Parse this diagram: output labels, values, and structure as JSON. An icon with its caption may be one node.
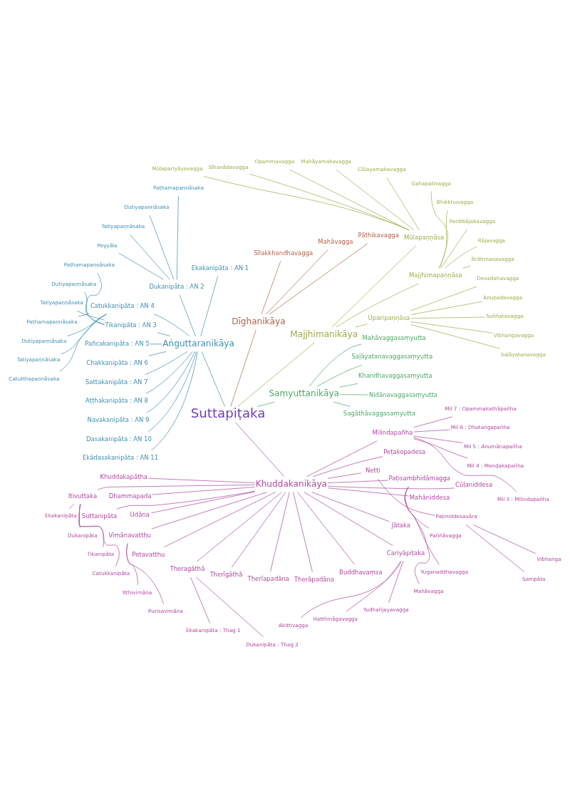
{
  "diagram": {
    "nodes": [
      {
        "text": [
          "Suttapiṭaka"
        ]
      },
      {
        "text": [
          "Saṃyuttanikāya"
        ]
      },
      {
        "text": [
          "Sagāthāvaggasaṃyutta"
        ]
      },
      {
        "text": [
          "Nidānavaggasaṃyutta"
        ]
      },
      {
        "text": [
          "Khandhavaggasaṃyutta"
        ]
      },
      {
        "text": [
          "Saḷāyatanavaggasaṃyutta"
        ]
      },
      {
        "text": [
          "Mahāvaggasaṃyutta"
        ]
      },
      {
        "text": [
          "Majjhimanikāya"
        ]
      },
      {
        "text": [
          "Uparipaṇṇāsa"
        ]
      },
      {
        "text": [
          "Saḷāyatanavagga"
        ]
      },
      {
        "text": [
          "Vibhaṅgavagga"
        ]
      },
      {
        "text": [
          "Suññatavagga"
        ]
      },
      {
        "text": [
          "Anupadavagga"
        ]
      },
      {
        "text": [
          "Devadahavagga"
        ]
      },
      {
        "text": [
          "Majjhimapaṇṇāsa"
        ]
      },
      {
        "text": [
          "Brāhmaṇavagga"
        ]
      },
      {
        "text": [
          "Rājavagga"
        ]
      },
      {
        "text": [
          "Paribbājakavagga"
        ]
      },
      {
        "text": [
          "Bhikkhuvagga"
        ]
      },
      {
        "text": [
          "Gahapativagga"
        ]
      },
      {
        "text": [
          "Mūlapaṇṇāsa"
        ]
      },
      {
        "text": [
          "Cūḷayamakavagga"
        ]
      },
      {
        "text": [
          "Mahāyamakavagga"
        ]
      },
      {
        "text": [
          "Opammavagga"
        ]
      },
      {
        "text": [
          "Sīhanādavagga"
        ]
      },
      {
        "text": [
          "Mūlapariyāyavagga"
        ]
      },
      {
        "text": [
          "Dīghanikāya"
        ]
      },
      {
        "text": [
          "Pāthikavagga"
        ]
      },
      {
        "text": [
          "Mahāvagga"
        ]
      },
      {
        "text": [
          "Sīlakkhandhavagga"
        ]
      },
      {
        "text": [
          "Aṅguttaranikāya"
        ]
      },
      {
        "text": [
          "Ekakanipāta : AN 1"
        ]
      },
      {
        "text": [
          "Dukanipāta : AN 2"
        ]
      },
      {
        "text": [
          "Tikanipāta : AN 3"
        ]
      },
      {
        "text": [
          "Catukkanipāta : AN 4"
        ]
      },
      {
        "text": [
          "Pañcakanipāta : AN 5"
        ]
      },
      {
        "text": [
          "Chakkanipāta : AN 6"
        ]
      },
      {
        "text": [
          "Sattakanipāta : AN 7"
        ]
      },
      {
        "text": [
          "Aṭṭhakanipāta : AN 8"
        ]
      },
      {
        "text": [
          "Navakanipāta : AN 9"
        ]
      },
      {
        "text": [
          "Dasakanipāta : AN 10"
        ]
      },
      {
        "text": [
          "Ekādasakanipāta : AN 11"
        ]
      },
      {
        "text": [
          "Paṭhamapaṇṇāsaka"
        ]
      },
      {
        "text": [
          "Dutiyapaṇṇāsaka"
        ]
      },
      {
        "text": [
          "Tatiyapaṇṇāsaka"
        ]
      },
      {
        "text": [
          "Peyyāla"
        ]
      },
      {
        "text": [
          "Paṭhamapaṇṇāsaka"
        ]
      },
      {
        "text": [
          "Dutiyapaṇṇāsaka"
        ]
      },
      {
        "text": [
          "Tatiyapaṇṇāsaka"
        ]
      },
      {
        "text": [
          "Paṭhamapaṇṇāsaka"
        ]
      },
      {
        "text": [
          "Dutiyapaṇṇāsaka"
        ]
      },
      {
        "text": [
          "Tatiyapaṇṇāsaka"
        ]
      },
      {
        "text": [
          "Catutthapaṇṇāsaka"
        ]
      },
      {
        "text": [
          "Khuddakanikāya"
        ]
      },
      {
        "text": [
          "Khuddakapāṭha"
        ]
      },
      {
        "text": [
          "Dhammapada"
        ]
      },
      {
        "text": [
          "Udāna"
        ]
      },
      {
        "text": [
          "Itivuttaka"
        ]
      },
      {
        "text": [
          "Suttanipāta"
        ]
      },
      {
        "text": [
          "Vimānavatthu"
        ]
      },
      {
        "text": [
          "Petavatthu"
        ]
      },
      {
        "text": [
          "Theragāthā"
        ]
      },
      {
        "text": [
          "Therīgāthā"
        ]
      },
      {
        "text": [
          "Therīapadāna"
        ]
      },
      {
        "text": [
          "Therāpadāna"
        ]
      },
      {
        "text": [
          "Buddhavaṃsa"
        ]
      },
      {
        "text": [
          "Cariyāpiṭaka"
        ]
      },
      {
        "text": [
          "Jātaka"
        ]
      },
      {
        "text": [
          "Mahāniddesa"
        ]
      },
      {
        "text": [
          "Cūḷaniddesa"
        ]
      },
      {
        "text": [
          "Paṭisambhidāmagga"
        ]
      },
      {
        "text": [
          "Netti"
        ]
      },
      {
        "text": [
          "Peṭakopadesa"
        ]
      },
      {
        "text": [
          "Milindapañha"
        ]
      },
      {
        "text": [
          "Ekakanipāta"
        ]
      },
      {
        "text": [
          "Dukanipāta"
        ]
      },
      {
        "text": [
          "Tikanipāta"
        ]
      },
      {
        "text": [
          "Catukkanipāta"
        ]
      },
      {
        "text": [
          "Itthivimāna"
        ]
      },
      {
        "text": [
          "Purisavimāna"
        ]
      },
      {
        "text": [
          "Ekakanipāta : Thag 1"
        ]
      },
      {
        "text": [
          "Dukanipāta : Thag 2"
        ]
      },
      {
        "text": [
          "Akittivagga"
        ]
      },
      {
        "text": [
          "Hatthināgavagga"
        ]
      },
      {
        "text": [
          "Yudhañjayavagga"
        ]
      },
      {
        "text": [
          "Mahāvagga"
        ]
      },
      {
        "text": [
          "Yuganaddhavagga"
        ]
      },
      {
        "text": [
          "Paññāvagga"
        ]
      },
      {
        "text": [
          "Paṭiniddesavāra"
        ]
      },
      {
        "text": [
          "Sampāta"
        ]
      },
      {
        "text": [
          "Vibhaṅga"
        ]
      },
      {
        "text": [
          "Mil 3 : Milindapañha"
        ]
      },
      {
        "text": [
          "Mil 4 : Meṇḍakapañha"
        ]
      },
      {
        "text": [
          "Mil 5 : Anumānapañha"
        ]
      },
      {
        "text": [
          "Mil 6 : Dhutaṅgapañha"
        ]
      },
      {
        "text": [
          "Mil 7 : Opammakathāpañha"
        ]
      }
    ],
    "edges": [
      {
        "from": 0,
        "to": 1,
        "arrow": "none",
        "color": "#4fa86a"
      },
      {
        "from": 1,
        "to": 2,
        "arrow": "none",
        "color": "#4fa86a"
      },
      {
        "from": 1,
        "to": 3,
        "arrow": "none",
        "color": "#4fa86a"
      },
      {
        "from": 1,
        "to": 4,
        "arrow": "none",
        "color": "#4fa86a"
      },
      {
        "from": 1,
        "to": 5,
        "arrow": "none",
        "color": "#4fa86a"
      },
      {
        "from": 1,
        "to": 6,
        "arrow": "none",
        "color": "#4fa86a"
      },
      {
        "from": 0,
        "to": 7,
        "arrow": "none",
        "color": "#9aae4a"
      },
      {
        "from": 7,
        "to": 8,
        "arrow": "none",
        "color": "#9aae4a"
      },
      {
        "from": 8,
        "to": 9,
        "arrow": "none",
        "color": "#9aae4a"
      },
      {
        "from": 8,
        "to": 10,
        "arrow": "none",
        "color": "#9aae4a"
      },
      {
        "from": 8,
        "to": 11,
        "arrow": "none",
        "color": "#9aae4a"
      },
      {
        "from": 8,
        "to": 12,
        "arrow": "none",
        "color": "#9aae4a"
      },
      {
        "from": 8,
        "to": 13,
        "arrow": "none",
        "color": "#9aae4a"
      },
      {
        "from": 7,
        "to": 14,
        "arrow": "none",
        "color": "#9aae4a"
      },
      {
        "from": 14,
        "to": 15,
        "arrow": "none",
        "color": "#9aae4a"
      },
      {
        "from": 14,
        "to": 16,
        "arrow": "none",
        "color": "#9aae4a"
      },
      {
        "from": 14,
        "to": 17,
        "arrow": "none",
        "color": "#9aae4a"
      },
      {
        "from": 14,
        "to": 18,
        "arrow": "none",
        "color": "#9aae4a"
      },
      {
        "from": 14,
        "to": 19,
        "arrow": "none",
        "color": "#9aae4a"
      },
      {
        "from": 7,
        "to": 20,
        "arrow": "none",
        "color": "#9aae4a"
      },
      {
        "from": 20,
        "to": 21,
        "arrow": "none",
        "color": "#9aae4a"
      },
      {
        "from": 20,
        "to": 22,
        "arrow": "none",
        "color": "#9aae4a"
      },
      {
        "from": 20,
        "to": 23,
        "arrow": "none",
        "color": "#9aae4a"
      },
      {
        "from": 20,
        "to": 24,
        "arrow": "none",
        "color": "#9aae4a"
      },
      {
        "from": 20,
        "to": 25,
        "arrow": "none",
        "color": "#9aae4a"
      },
      {
        "from": 0,
        "to": 26,
        "arrow": "none",
        "color": "#b0654a"
      },
      {
        "from": 26,
        "to": 27,
        "arrow": "none",
        "color": "#b0654a"
      },
      {
        "from": 26,
        "to": 28,
        "arrow": "none",
        "color": "#b0654a"
      },
      {
        "from": 26,
        "to": 29,
        "arrow": "none",
        "color": "#b0654a"
      },
      {
        "from": 0,
        "to": 30,
        "arrow": "none",
        "color": "#3f8fb0"
      },
      {
        "from": 30,
        "to": 31,
        "arrow": "none",
        "color": "#3f8fb0"
      },
      {
        "from": 30,
        "to": 32,
        "arrow": "none",
        "color": "#3f8fb0"
      },
      {
        "from": 30,
        "to": 33,
        "arrow": "none",
        "color": "#3f8fb0"
      },
      {
        "from": 30,
        "to": 34,
        "arrow": "none",
        "color": "#3f8fb0"
      },
      {
        "from": 30,
        "to": 35,
        "arrow": "none",
        "color": "#3f8fb0"
      },
      {
        "from": 30,
        "to": 36,
        "arrow": "none",
        "color": "#3f8fb0"
      },
      {
        "from": 30,
        "to": 37,
        "arrow": "none",
        "color": "#3f8fb0"
      },
      {
        "from": 30,
        "to": 38,
        "arrow": "none",
        "color": "#3f8fb0"
      },
      {
        "from": 30,
        "to": 39,
        "arrow": "none",
        "color": "#3f8fb0"
      },
      {
        "from": 30,
        "to": 40,
        "arrow": "none",
        "color": "#3f8fb0"
      },
      {
        "from": 30,
        "to": 41,
        "arrow": "none",
        "color": "#3f8fb0"
      },
      {
        "from": 32,
        "to": 42,
        "arrow": "none",
        "color": "#3f8fb0"
      },
      {
        "from": 32,
        "to": 43,
        "arrow": "none",
        "color": "#3f8fb0"
      },
      {
        "from": 32,
        "to": 44,
        "arrow": "none",
        "color": "#3f8fb0"
      },
      {
        "from": 32,
        "to": 45,
        "arrow": "none",
        "color": "#3f8fb0"
      },
      {
        "from": 33,
        "to": 46,
        "arrow": "none",
        "color": "#3f8fb0"
      },
      {
        "from": 33,
        "to": 47,
        "arrow": "none",
        "color": "#3f8fb0"
      },
      {
        "from": 33,
        "to": 48,
        "arrow": "none",
        "color": "#3f8fb0"
      },
      {
        "from": 34,
        "to": 49,
        "arrow": "none",
        "color": "#3f8fb0"
      },
      {
        "from": 34,
        "to": 50,
        "arrow": "none",
        "color": "#3f8fb0"
      },
      {
        "from": 34,
        "to": 51,
        "arrow": "none",
        "color": "#3f8fb0"
      },
      {
        "from": 34,
        "to": 52,
        "arrow": "none",
        "color": "#3f8fb0"
      },
      {
        "from": 0,
        "to": 53,
        "arrow": "none"
      },
      {
        "from": 53,
        "to": 54,
        "arrow": "none"
      },
      {
        "from": 53,
        "to": 55,
        "arrow": "none"
      },
      {
        "from": 53,
        "to": 56,
        "arrow": "none"
      },
      {
        "from": 53,
        "to": 57,
        "arrow": "none"
      },
      {
        "from": 53,
        "to": 58,
        "arrow": "none"
      },
      {
        "from": 53,
        "to": 59,
        "arrow": "none"
      },
      {
        "from": 53,
        "to": 60,
        "arrow": "none"
      },
      {
        "from": 53,
        "to": 61,
        "arrow": "none"
      },
      {
        "from": 53,
        "to": 62,
        "arrow": "none"
      },
      {
        "from": 53,
        "to": 63,
        "arrow": "none"
      },
      {
        "from": 53,
        "to": 64,
        "arrow": "none"
      },
      {
        "from": 53,
        "to": 65,
        "arrow": "none"
      },
      {
        "from": 53,
        "to": 66,
        "arrow": "none"
      },
      {
        "from": 53,
        "to": 67,
        "arrow": "none"
      },
      {
        "from": 53,
        "to": 68,
        "arrow": "none"
      },
      {
        "from": 53,
        "to": 69,
        "arrow": "none"
      },
      {
        "from": 53,
        "to": 70,
        "arrow": "none"
      },
      {
        "from": 53,
        "to": 71,
        "arrow": "none"
      },
      {
        "from": 53,
        "to": 72,
        "arrow": "none"
      },
      {
        "from": 53,
        "to": 73,
        "arrow": "none"
      },
      {
        "from": 57,
        "to": 74,
        "arrow": "none"
      },
      {
        "from": 57,
        "to": 75,
        "arrow": "none"
      },
      {
        "from": 57,
        "to": 76,
        "arrow": "none"
      },
      {
        "from": 57,
        "to": 77,
        "arrow": "none"
      },
      {
        "from": 59,
        "to": 78,
        "arrow": "none"
      },
      {
        "from": 59,
        "to": 79,
        "arrow": "none"
      },
      {
        "from": 61,
        "to": 80,
        "arrow": "none"
      },
      {
        "from": 61,
        "to": 81,
        "arrow": "none"
      },
      {
        "from": 66,
        "to": 82,
        "arrow": "none"
      },
      {
        "from": 66,
        "to": 83,
        "arrow": "none"
      },
      {
        "from": 66,
        "to": 84,
        "arrow": "none"
      },
      {
        "from": 70,
        "to": 85,
        "arrow": "none"
      },
      {
        "from": 70,
        "to": 86,
        "arrow": "none"
      },
      {
        "from": 70,
        "to": 87,
        "arrow": "none"
      },
      {
        "from": 71,
        "to": 88,
        "arrow": "none"
      },
      {
        "from": 88,
        "to": 89,
        "arrow": "none"
      },
      {
        "from": 88,
        "to": 90,
        "arrow": "none"
      },
      {
        "from": 73,
        "to": 91,
        "arrow": "none"
      },
      {
        "from": 73,
        "to": 92,
        "arrow": "none"
      },
      {
        "from": 73,
        "to": 93,
        "arrow": "none"
      },
      {
        "from": 73,
        "to": 94,
        "arrow": "none"
      },
      {
        "from": 73,
        "to": 95,
        "arrow": "none"
      }
    ]
  }
}
